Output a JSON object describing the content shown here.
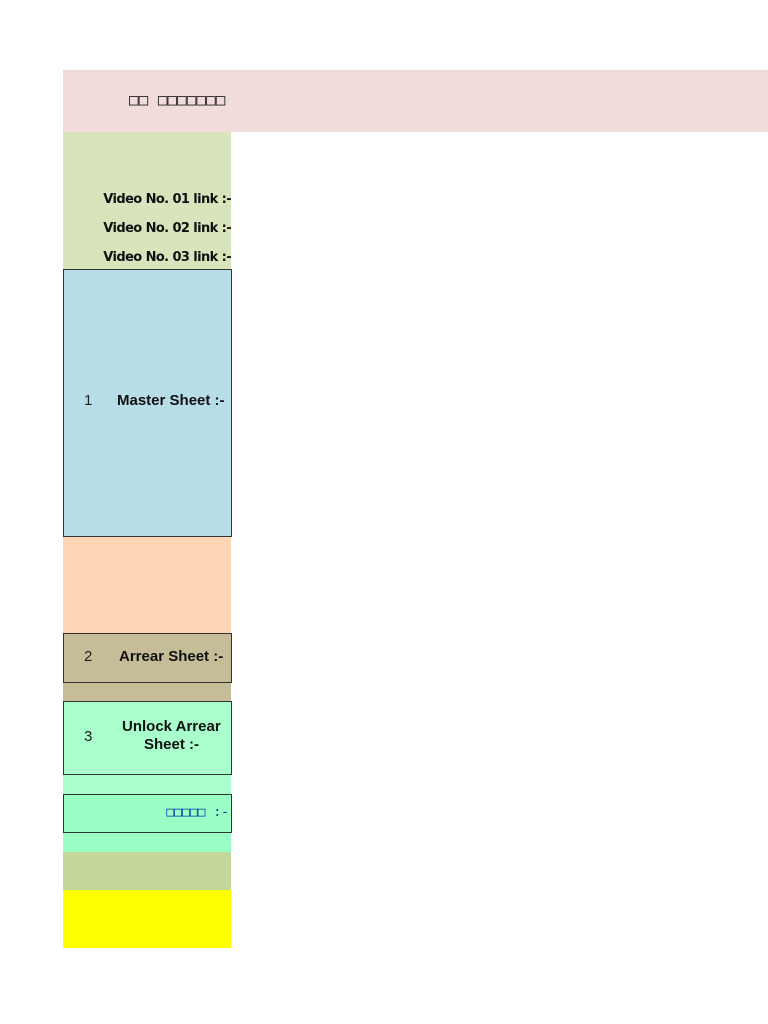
{
  "header": {
    "title": "□□ □□□□□□□ □"
  },
  "video_links": [
    {
      "label": "Video No. 01 link :-"
    },
    {
      "label": "Video No. 02 link :-"
    },
    {
      "label": "Video No. 03 link :-"
    }
  ],
  "rows": [
    {
      "number": "1",
      "label": "Master Sheet :-"
    },
    {
      "number": "2",
      "label": "Arrear Sheet :-"
    },
    {
      "number": "3",
      "label_line1": "Unlock Arrear",
      "label_line2": "Sheet :-"
    }
  ],
  "other": {
    "label": "□□□□□ :-"
  },
  "colors": {
    "header_band": "#f2dcdb",
    "video_panel": "#d8e4bc",
    "master": "#b7dde8",
    "peach": "#fcd5b5",
    "arrear": "#c4bd97",
    "unlock": "#a9ffcc",
    "other": "#99ffc4",
    "olive": "#c4d79b",
    "highlight": "#ffff00",
    "link_text": "#0033aa"
  }
}
